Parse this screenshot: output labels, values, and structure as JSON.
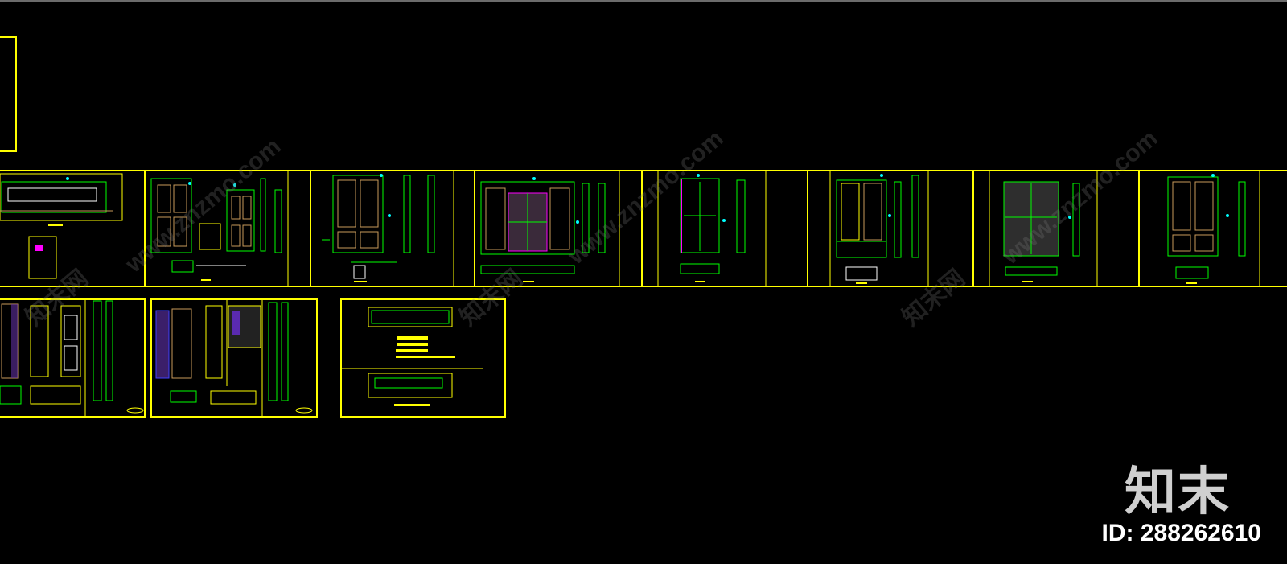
{
  "colors": {
    "background": "#000000",
    "frame": "#ffff00",
    "green": "#00ff00",
    "cyan": "#00ffff",
    "magenta": "#ff00ff",
    "brown": "#c89a5a",
    "blue": "#4040ff"
  },
  "watermark": {
    "text": "www.znzmo.com",
    "brand_text": "知末网"
  },
  "logo": {
    "text": "知末",
    "id_label": "ID: 288262610"
  }
}
